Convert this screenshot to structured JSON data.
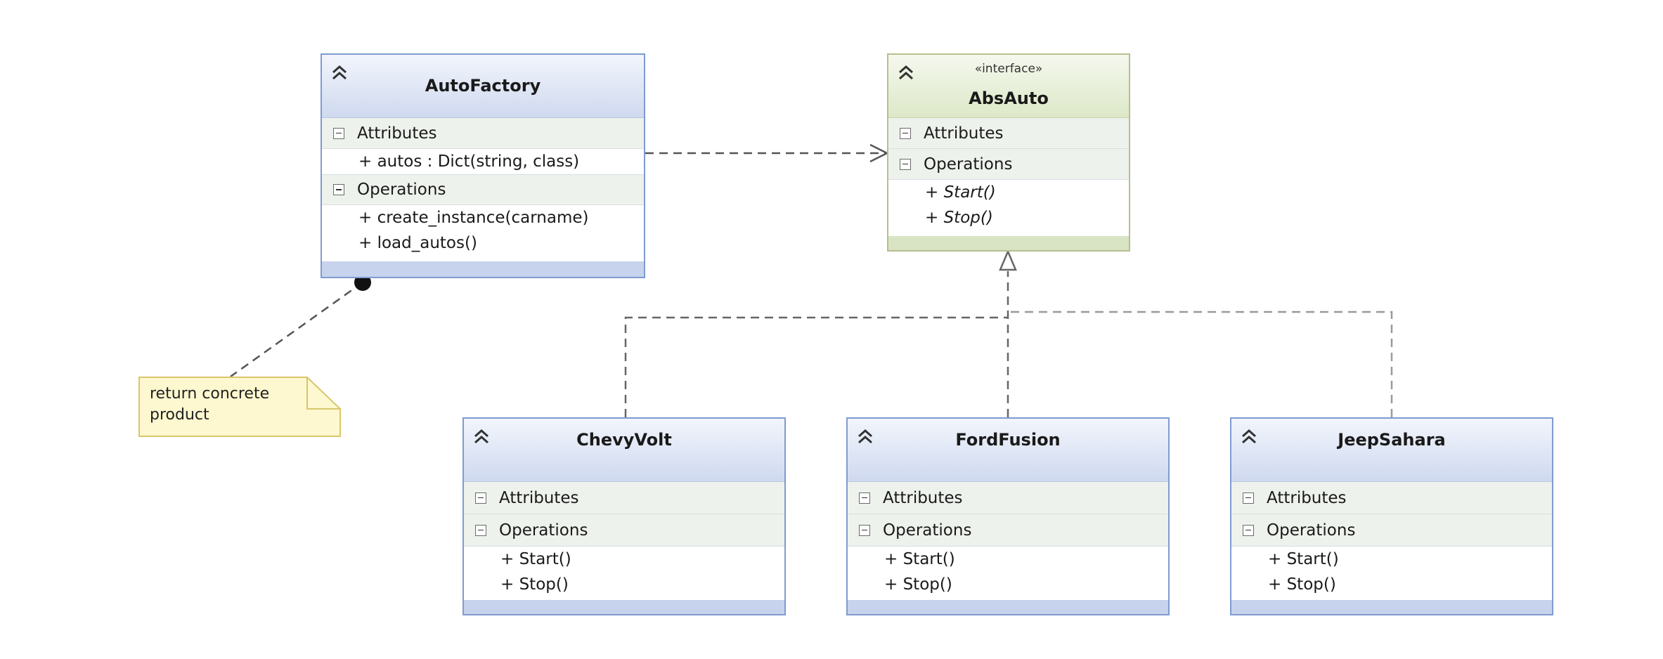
{
  "diagram": {
    "classes": [
      {
        "id": "autofactory",
        "name": "AutoFactory",
        "stereotype": "",
        "attributes_label": "Attributes",
        "attributes": [
          "+ autos : Dict(string, class)"
        ],
        "operations_label": "Operations",
        "operations": [
          "+ create_instance(carname)",
          "+ load_autos()"
        ]
      },
      {
        "id": "absauto",
        "name": "AbsAuto",
        "stereotype": "«interface»",
        "attributes_label": "Attributes",
        "attributes": [],
        "operations_label": "Operations",
        "operations": [
          "+ Start()",
          "+ Stop()"
        ]
      },
      {
        "id": "chevyvolt",
        "name": "ChevyVolt",
        "stereotype": "",
        "attributes_label": "Attributes",
        "attributes": [],
        "operations_label": "Operations",
        "operations": [
          "+ Start()",
          "+ Stop()"
        ]
      },
      {
        "id": "fordfusion",
        "name": "FordFusion",
        "stereotype": "",
        "attributes_label": "Attributes",
        "attributes": [],
        "operations_label": "Operations",
        "operations": [
          "+ Start()",
          "+ Stop()"
        ]
      },
      {
        "id": "jeepsahara",
        "name": "JeepSahara",
        "stereotype": "",
        "attributes_label": "Attributes",
        "attributes": [],
        "operations_label": "Operations",
        "operations": [
          "+ Start()",
          "+ Stop()"
        ]
      }
    ],
    "note": {
      "text": "return concrete product"
    },
    "relationships": [
      {
        "type": "dependency",
        "from": "AutoFactory",
        "to": "AbsAuto"
      },
      {
        "type": "realization",
        "from": "ChevyVolt",
        "to": "AbsAuto"
      },
      {
        "type": "realization",
        "from": "FordFusion",
        "to": "AbsAuto"
      },
      {
        "type": "realization",
        "from": "JeepSahara",
        "to": "AbsAuto"
      },
      {
        "type": "note-link",
        "from": "note",
        "to": "AutoFactory"
      }
    ],
    "colors": {
      "class_border": "#7f9bd0",
      "class_header": "#cfd9ef",
      "interface_border": "#b7bf8c",
      "interface_header": "#dde8c8",
      "note_fill": "#fdf8cf",
      "note_border": "#d9c66b",
      "connector": "#555555"
    }
  }
}
